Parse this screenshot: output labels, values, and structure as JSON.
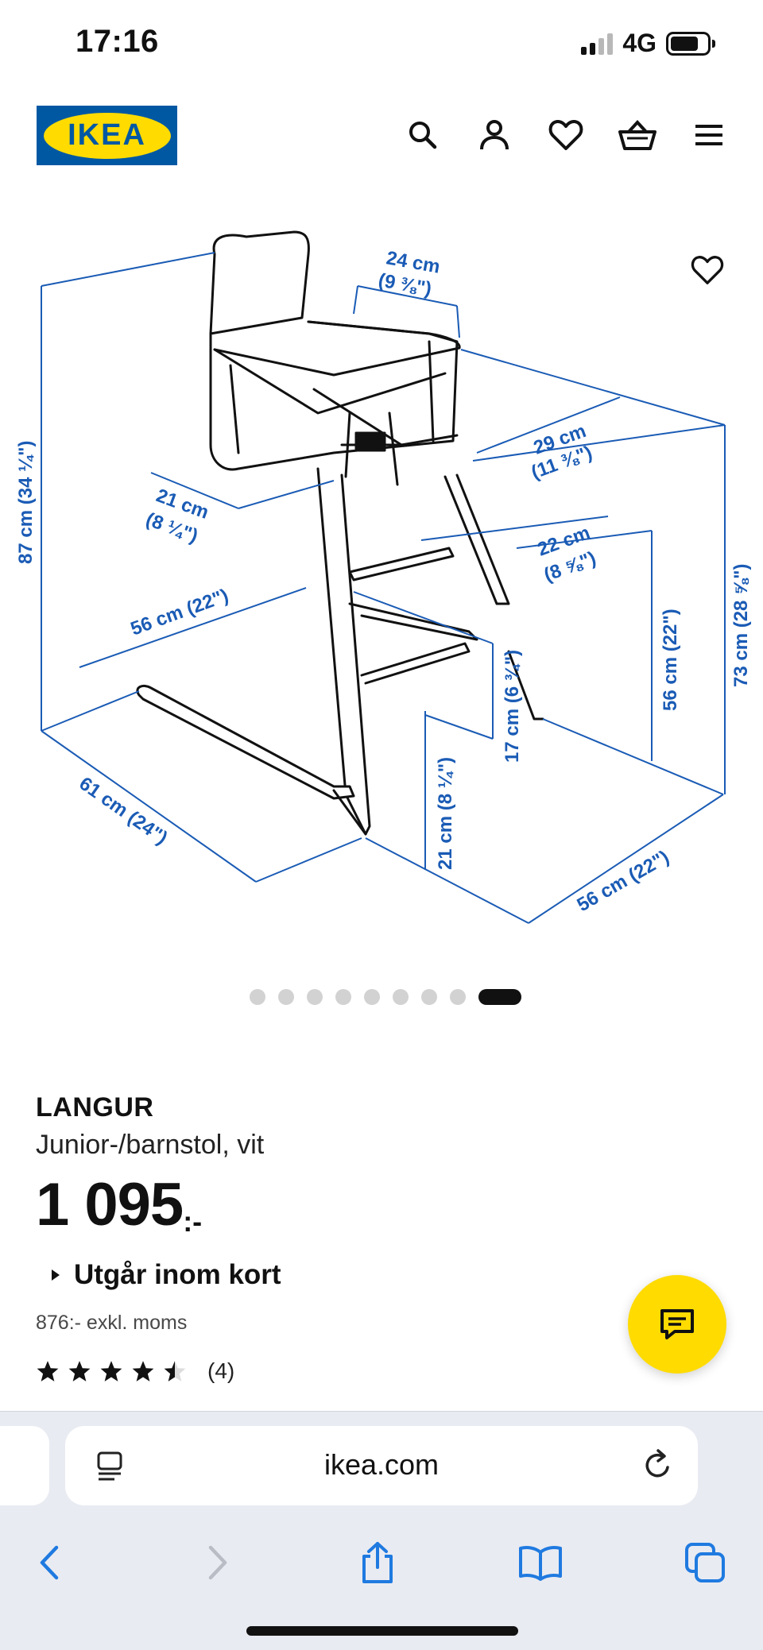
{
  "status_bar": {
    "time": "17:16",
    "network": "4G"
  },
  "header": {
    "logo_text": "IKEA",
    "icons": [
      "search-icon",
      "account-icon",
      "heart-icon",
      "basket-icon",
      "menu-icon"
    ]
  },
  "gallery": {
    "image_count": 9,
    "active_index": 8,
    "dimension_labels": {
      "seat_width": "24 cm",
      "seat_width_in": "(9 ⅜\")",
      "height_total": "87 cm (34 ¼\")",
      "seat_depth": "29 cm",
      "seat_depth_in": "(11 ⅜\")",
      "armrest": "21 cm",
      "armrest_in": "(8 ¼\")",
      "seat_to_foot": "22 cm",
      "seat_to_foot_in": "(8 ⅝\")",
      "width_mid": "56 cm (22\")",
      "seat_height": "56 cm (22\")",
      "table_height": "73 cm (28 ⅝\")",
      "footrest_step": "17 cm (6 ¾\")",
      "footrest_height": "21 cm (8 ¼\")",
      "depth_total": "61 cm (24\")",
      "width_total": "56 cm (22\")"
    }
  },
  "product": {
    "name": "LANGUR",
    "description": "Junior-/barnstol, vit",
    "price": "1 095",
    "price_suffix": ":-",
    "availability": "Utgår inom kort",
    "excl_vat": "876:- exkl. moms",
    "rating": 4.5,
    "rating_max": 5,
    "review_count": "(4)"
  },
  "browser": {
    "url": "ikea.com"
  },
  "colors": {
    "ikea_blue": "#0058a3",
    "ikea_yellow": "#ffdb00",
    "dimension_blue": "#1a5bb5",
    "safari_blue": "#1f7ae0"
  }
}
